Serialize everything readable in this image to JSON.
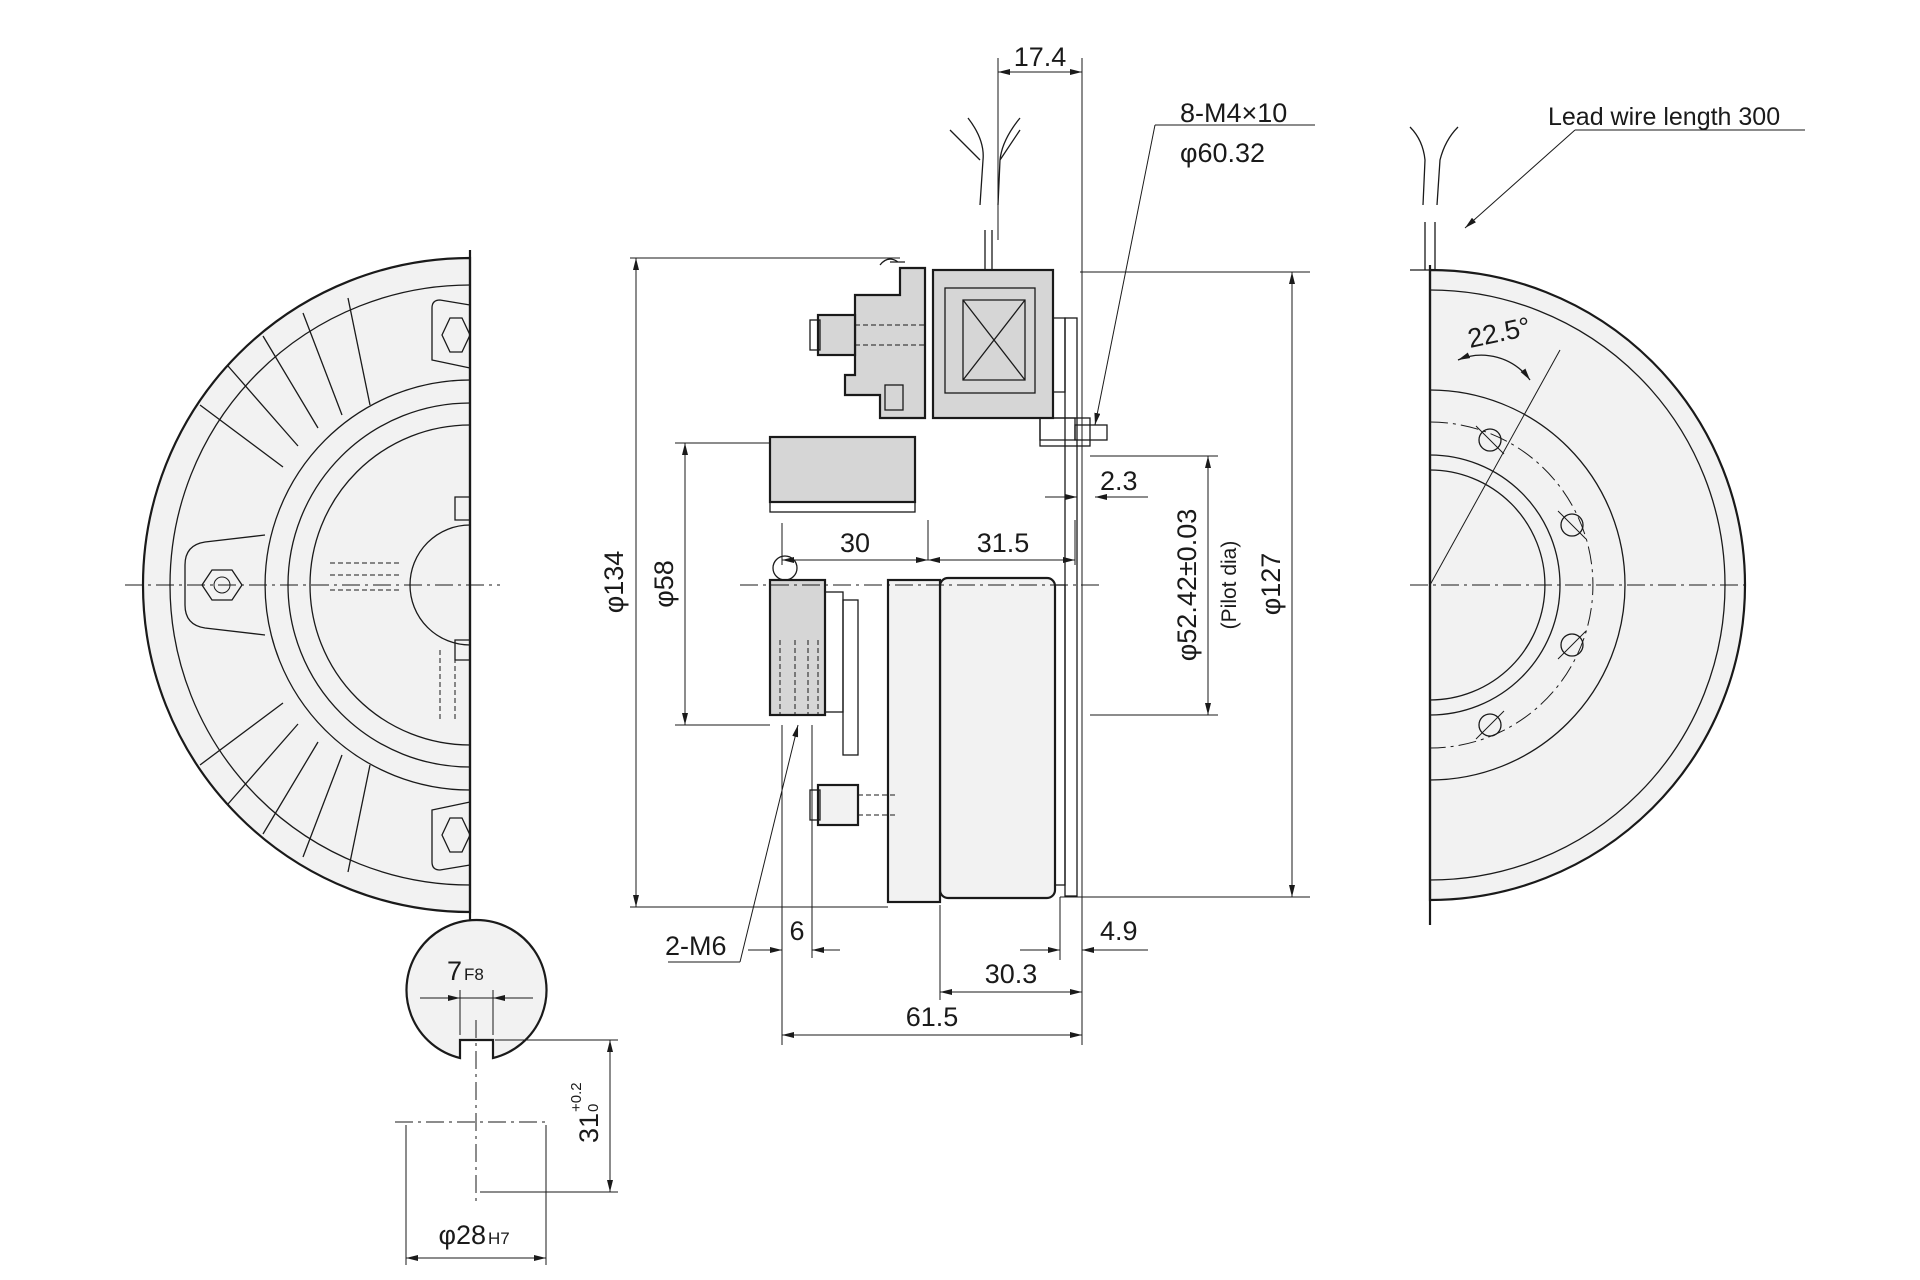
{
  "drawing": {
    "colors": {
      "ink": "#1a1a1a",
      "surface": "#f2f2f2",
      "shade": "#d6d6d6",
      "paper": "#ffffff"
    },
    "dimensions": {
      "top_offset": "17.4",
      "bolt_spec": "8-M4×10",
      "pitch_dia": "φ60.32",
      "lead_wire": "Lead wire length 300",
      "angle": "22.5°",
      "outer_dia": "φ134",
      "hub_dia": "φ58",
      "width_30": "30",
      "width_31_5": "31.5",
      "gap_2_3": "2.3",
      "pilot_dia": "φ52.42±0.03",
      "pilot_note": "(Pilot dia)",
      "flange_dia": "φ127",
      "tap_spec": "2-M6",
      "tap_offset": "6",
      "gap_4_9": "4.9",
      "width_30_3": "30.3",
      "total_length": "61.5",
      "key_width": "7",
      "key_width_tol": "F8",
      "key_height": "31",
      "key_height_tol_upper": "+0.2",
      "key_height_tol_lower": "0",
      "bore_dia": "φ28",
      "bore_tol": "H7"
    }
  }
}
